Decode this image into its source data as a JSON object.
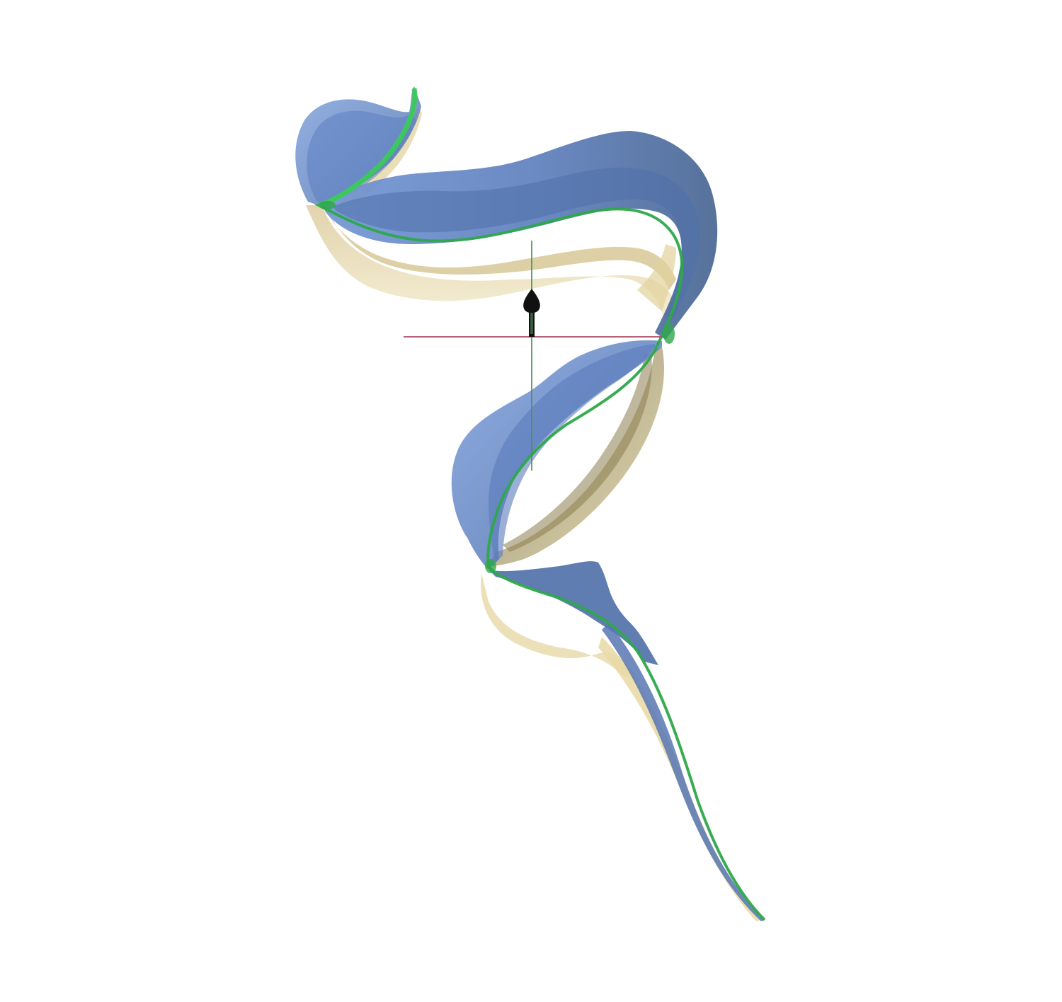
{
  "scene": {
    "background": "#ffffff",
    "colors": {
      "ribbon_blue": "#5b7fc2",
      "ribbon_blue_light": "#8aa6d8",
      "ribbon_blue_dark": "#3e5c94",
      "ribbon_gold": "#d9c27c",
      "ribbon_gold_light": "#ecdfae",
      "ribbon_gold_dark": "#a8904f",
      "spine_green": "#2ea84a",
      "axis_x": "#b0506a",
      "axis_y": "#4f8f5a",
      "gizmo_arrow": "#111111"
    },
    "objects": [
      "ribbon-surface",
      "spine-curve",
      "x-axis-line",
      "y-axis-line",
      "orientation-gizmo"
    ]
  }
}
